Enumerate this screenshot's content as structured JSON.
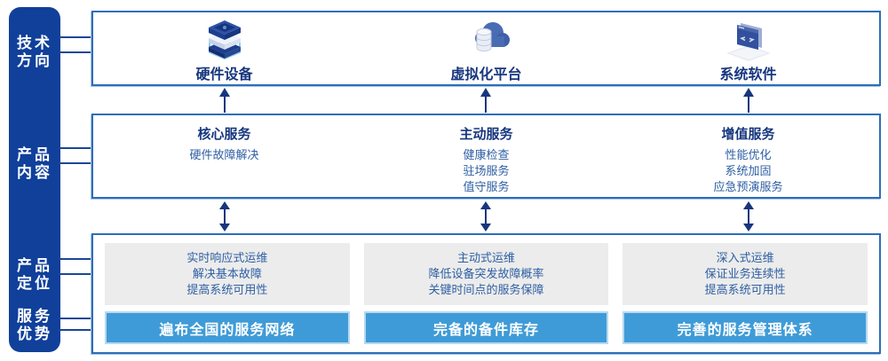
{
  "sidebar": {
    "items": [
      {
        "label": "技术\n方向"
      },
      {
        "label": "产品\n内容"
      },
      {
        "label": "产品\n定位"
      },
      {
        "label": "服务\n优势"
      }
    ]
  },
  "tech": {
    "items": [
      {
        "icon": "server-stack-icon",
        "label": "硬件设备"
      },
      {
        "icon": "cloud-database-icon",
        "label": "虚拟化平台"
      },
      {
        "icon": "code-screen-icon",
        "label": "系统软件"
      }
    ]
  },
  "content": {
    "cols": [
      {
        "title": "核心服务",
        "items": [
          "硬件故障解决"
        ]
      },
      {
        "title": "主动服务",
        "items": [
          "健康检查",
          "驻场服务",
          "值守服务"
        ]
      },
      {
        "title": "增值服务",
        "items": [
          "性能优化",
          "系统加固",
          "应急预演服务"
        ]
      }
    ]
  },
  "positioning": {
    "cols": [
      {
        "lines": [
          "实时响应式运维",
          "解决基本故障",
          "提高系统可用性"
        ],
        "bar": "遍布全国的服务网络"
      },
      {
        "lines": [
          "主动式运维",
          "降低设备突发故障概率",
          "关键时间点的服务保障"
        ],
        "bar": "完备的备件库存"
      },
      {
        "lines": [
          "深入式运维",
          "保证业务连续性",
          "提高系统可用性"
        ],
        "bar": "完善的服务管理体系"
      }
    ]
  },
  "colors": {
    "rail": "#10409a",
    "panel_border": "#2e6db8",
    "heading_text": "#16367e",
    "body_text": "#2e5fa3",
    "gray_card": "#ececec",
    "bar_blue": "#3f9bd7",
    "arrow": "#16367e"
  }
}
